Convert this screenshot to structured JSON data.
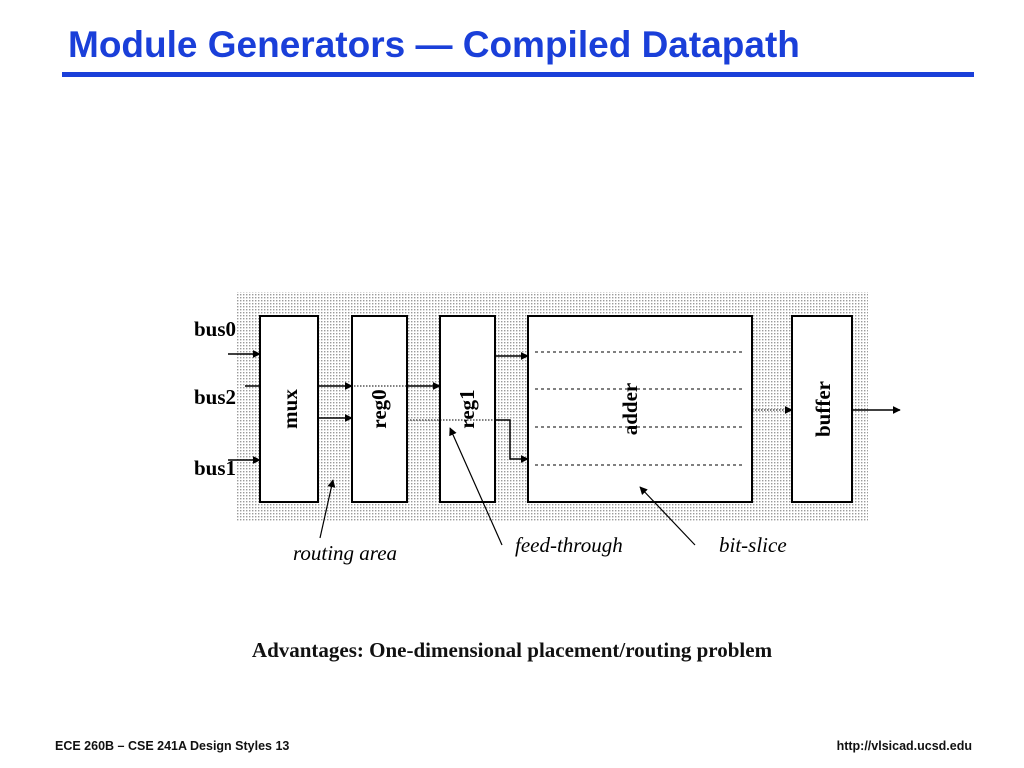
{
  "slide": {
    "title": "Module Generators — Compiled Datapath",
    "title_color": "#1a3fd9",
    "advantages": "Advantages: One-dimensional placement/routing problem",
    "footer_left": "ECE 260B – CSE 241A Design Styles 13",
    "footer_right": "http://vlsicad.ucsd.edu"
  },
  "diagram": {
    "buses": [
      "bus0",
      "bus2",
      "bus1"
    ],
    "blocks": [
      "mux",
      "reg0",
      "reg1",
      "adder",
      "buffer"
    ],
    "annotations": {
      "routing_area": "routing area",
      "feed_through": "feed-through",
      "bit_slice": "bit-slice"
    }
  }
}
